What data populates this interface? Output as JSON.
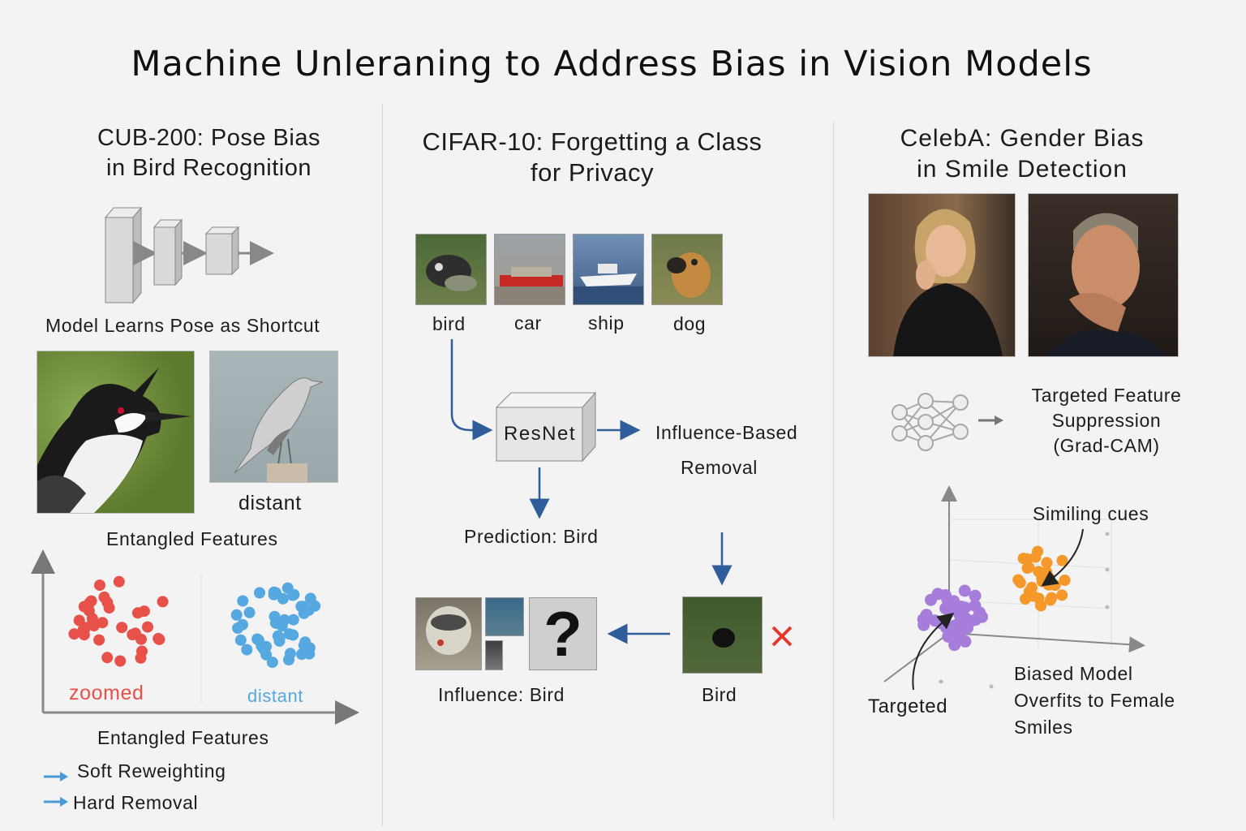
{
  "title": "Machine Unleraning to Address Bias in Vision Models",
  "panels": {
    "cub": {
      "title_line1": "CUB-200: Pose Bias",
      "title_line2": "in Bird Recognition",
      "model_caption": "Model Learns Pose as Shortcut",
      "distant_label": "distant",
      "entangled_label_top": "Entangled Features",
      "cluster_zoomed": "zoomed",
      "cluster_distant": "distant",
      "entangled_label_bottom": "Entangled Features",
      "legend": [
        {
          "label": "Soft Reweighting",
          "icon": "arrow-icon"
        },
        {
          "label": "Hard Removal",
          "icon": "arrow-icon"
        }
      ],
      "colors": {
        "zoomed": "#e8504a",
        "distant": "#55a8e0",
        "legend_arrow": "#4a9ad8"
      }
    },
    "cifar": {
      "title_line1": "CIFAR-10: Forgetting a Class",
      "title_line2": "for Privacy",
      "classes": [
        "bird",
        "car",
        "ship",
        "dog"
      ],
      "model": "ResNet",
      "removal_line1": "Influence-Based",
      "removal_line2": "Removal",
      "prediction": "Prediction: Bird",
      "influence": "Influence: Bird",
      "output": "Bird",
      "question_mark": "?",
      "colors": {
        "arrow": "#2f5d9a",
        "cross": "#e03a2f"
      }
    },
    "celeba": {
      "title_line1": "CelebA: Gender Bias",
      "title_line2": "in Smile Detection",
      "suppression_line1": "Targeted Feature",
      "suppression_line2": "Suppression",
      "suppression_line3": "(Grad-CAM)",
      "smiling_cues": "Similing cues",
      "targeted": "Targeted",
      "biased_line1": "Biased Model",
      "biased_line2": "Overfits to Female",
      "biased_line3": "Smiles",
      "colors": {
        "purple": "#a77ddc",
        "orange": "#f5982a"
      }
    }
  }
}
